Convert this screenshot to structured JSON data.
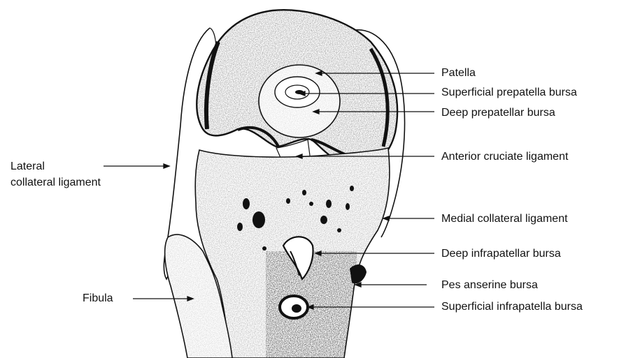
{
  "labels": {
    "patella": "Patella",
    "superficial_prepatella_bursa": "Superficial prepatella bursa",
    "deep_prepatellar_bursa": "Deep prepatellar bursa",
    "anterior_cruciate_ligament": "Anterior cruciate ligament",
    "lateral_collateral_ligament_line1": "Lateral",
    "lateral_collateral_ligament_line2": "collateral ligament",
    "medial_collateral_ligament": "Medial collateral ligament",
    "deep_infrapatellar_bursa": "Deep infrapatellar bursa",
    "pes_anserine_bursa": "Pes anserine bursa",
    "fibula": "Fibula",
    "superficial_infrapatella_bursa": "Superficial infrapatella bursa"
  },
  "colors": {
    "ink": "#111111",
    "paper": "#ffffff",
    "stipple": "#222222"
  }
}
